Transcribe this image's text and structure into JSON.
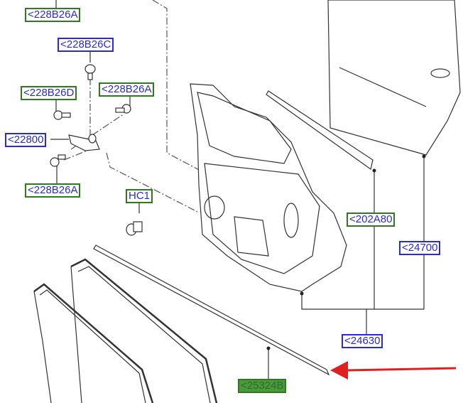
{
  "callouts": {
    "top_228B26A": "<228B26A",
    "c228B26C": "<228B26C",
    "c228B26D": "<228B26D",
    "right_228B26A": "<228B26A",
    "c22800": "<22800",
    "bottom_228B26A": "<228B26A",
    "hc1": "HC1",
    "c202A80": "<202A80",
    "c24700": "<24700",
    "c24630": "<24630",
    "c25324B": "<25324B"
  },
  "colors": {
    "label_text": "#2b2bd6",
    "green_border": "#2f7a1f",
    "blue_border": "#2b2bd6",
    "highlight_fill": "#4a9a3a",
    "arrow": "#e02020"
  }
}
